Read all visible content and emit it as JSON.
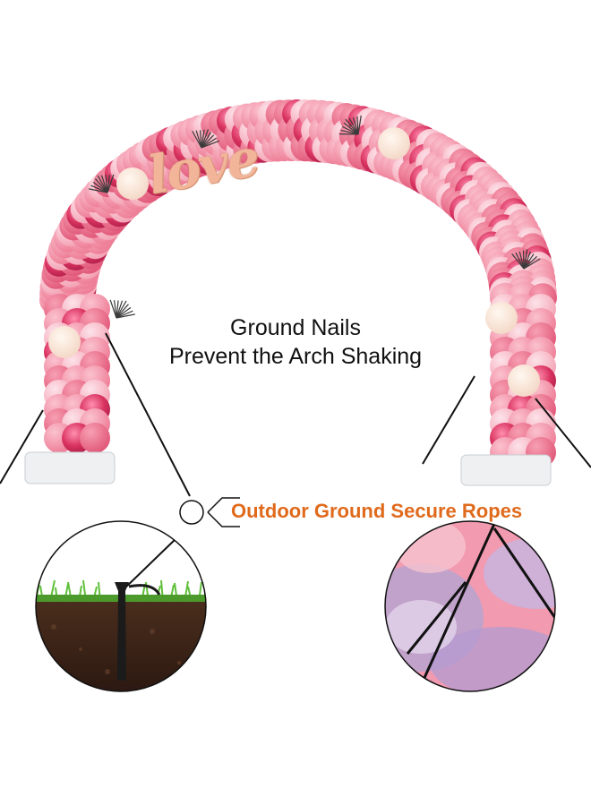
{
  "title_line1": "Ground Nails",
  "title_line2": "Prevent the Arch Shaking",
  "callout_label": "Outdoor Ground Secure Ropes",
  "balloon_word": "love",
  "colors": {
    "callout": "#e06a1c",
    "balloon_light": "#f8b7c4",
    "balloon_mid": "#f497ab",
    "balloon_deep": "#ec6f8d",
    "soil": "#3a2418",
    "grass": "#5fbf3a"
  }
}
